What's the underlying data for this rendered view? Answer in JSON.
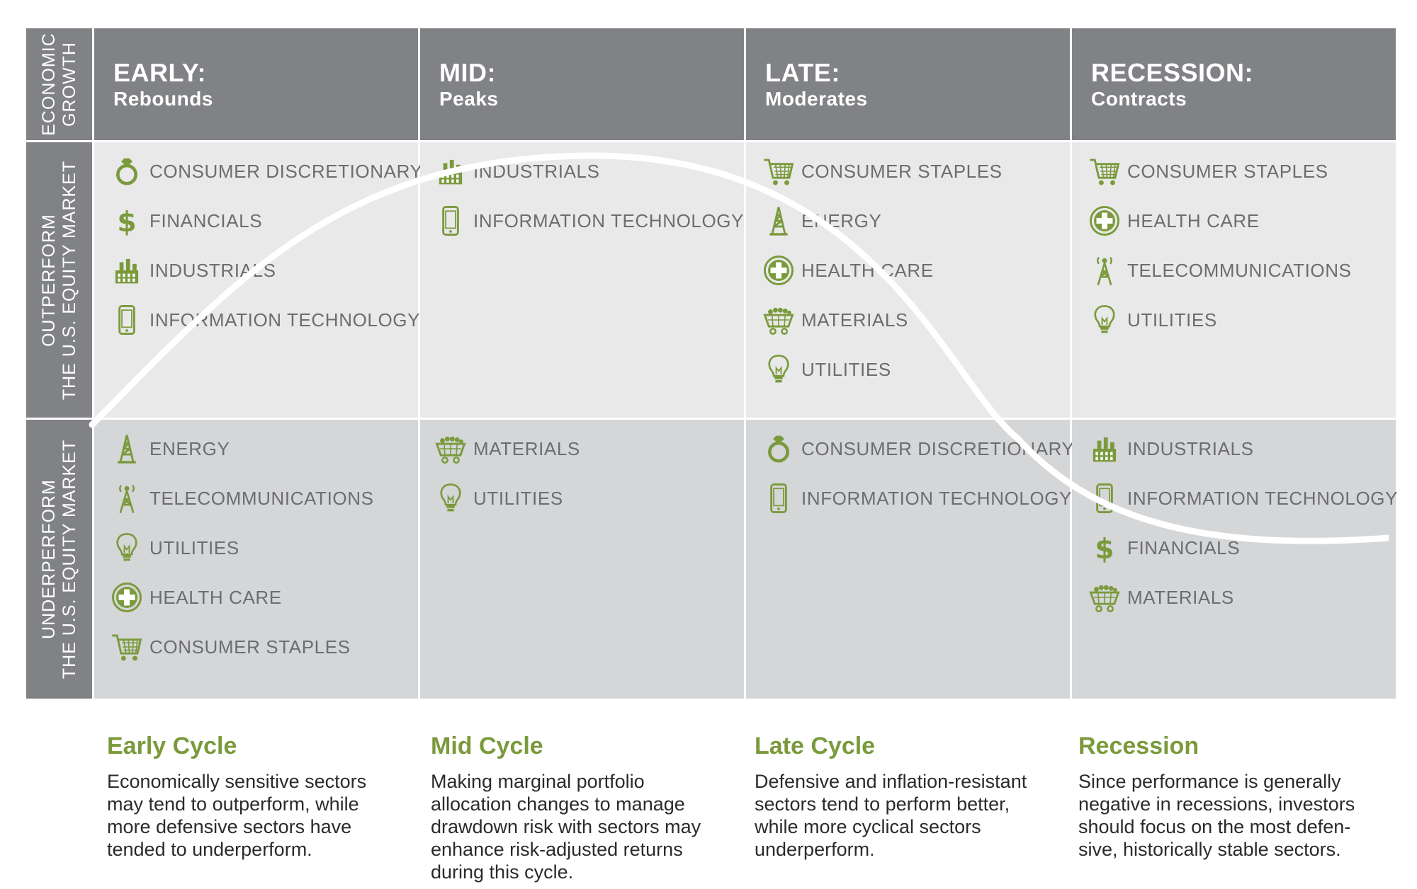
{
  "colors": {
    "header_gray": "#818285",
    "outperform_bg": "#e9e9ea",
    "underperform_bg": "#d5d6d8",
    "icon_green": "#7a9a3c",
    "label_gray": "#6c6d70",
    "accent_green": "#7a9a3c"
  },
  "row_labels": {
    "economic_growth": [
      "ECONOMIC",
      "GROWTH"
    ],
    "outperform": [
      "OUTPERFORM",
      "THE U.S. EQUITY MARKET"
    ],
    "underperform": [
      "UNDERPERFORM",
      "THE U.S. EQUITY MARKET"
    ]
  },
  "phases": [
    {
      "title": "EARLY:",
      "subtitle": "Rebounds",
      "outperform": [
        {
          "icon": "ring-icon",
          "label": "CONSUMER DISCRETIONARY"
        },
        {
          "icon": "dollar-icon",
          "label": "FINANCIALS"
        },
        {
          "icon": "factory-icon",
          "label": "INDUSTRIALS"
        },
        {
          "icon": "smartphone-icon",
          "label": "INFORMATION TECHNOLOGY"
        }
      ],
      "underperform": [
        {
          "icon": "oil-derrick-icon",
          "label": "ENERGY"
        },
        {
          "icon": "cell-tower-icon",
          "label": "TELECOMMUNICATIONS"
        },
        {
          "icon": "lightbulb-icon",
          "label": "UTILITIES"
        },
        {
          "icon": "medical-cross-icon",
          "label": "HEALTH CARE"
        },
        {
          "icon": "shopping-cart-icon",
          "label": "CONSUMER STAPLES"
        }
      ],
      "desc_title": "Early Cycle",
      "desc_lines": [
        "Economically sensitive sectors",
        "may tend to outperform, while",
        "more defensive sectors have",
        "tended to underperform."
      ]
    },
    {
      "title": "MID:",
      "subtitle": "Peaks",
      "outperform": [
        {
          "icon": "factory-icon",
          "label": "INDUSTRIALS"
        },
        {
          "icon": "smartphone-icon",
          "label": "INFORMATION TECHNOLOGY"
        }
      ],
      "underperform": [
        {
          "icon": "ore-cart-icon",
          "label": "MATERIALS"
        },
        {
          "icon": "lightbulb-icon",
          "label": "UTILITIES"
        }
      ],
      "desc_title": "Mid Cycle",
      "desc_lines": [
        "Making marginal portfolio",
        "allocation changes to manage",
        "drawdown risk with sectors may",
        "enhance risk-adjusted returns",
        "during this cycle."
      ]
    },
    {
      "title": "LATE:",
      "subtitle": "Moderates",
      "outperform": [
        {
          "icon": "shopping-cart-icon",
          "label": "CONSUMER STAPLES"
        },
        {
          "icon": "oil-derrick-icon",
          "label": "ENERGY"
        },
        {
          "icon": "medical-cross-icon",
          "label": "HEALTH CARE"
        },
        {
          "icon": "ore-cart-icon",
          "label": "MATERIALS"
        },
        {
          "icon": "lightbulb-icon",
          "label": "UTILITIES"
        }
      ],
      "underperform": [
        {
          "icon": "ring-icon",
          "label": "CONSUMER DISCRETIONARY"
        },
        {
          "icon": "smartphone-icon",
          "label": "INFORMATION TECHNOLOGY"
        }
      ],
      "desc_title": "Late Cycle",
      "desc_lines": [
        "Defensive and inflation-resistant",
        "sectors tend to perform better,",
        "while more cyclical sectors",
        "underperform."
      ]
    },
    {
      "title": "RECESSION:",
      "subtitle": "Contracts",
      "outperform": [
        {
          "icon": "shopping-cart-icon",
          "label": "CONSUMER STAPLES"
        },
        {
          "icon": "medical-cross-icon",
          "label": "HEALTH CARE"
        },
        {
          "icon": "cell-tower-icon",
          "label": "TELECOMMUNICATIONS"
        },
        {
          "icon": "lightbulb-icon",
          "label": "UTILITIES"
        }
      ],
      "underperform": [
        {
          "icon": "factory-icon",
          "label": "INDUSTRIALS"
        },
        {
          "icon": "smartphone-icon",
          "label": "INFORMATION TECHNOLOGY"
        },
        {
          "icon": "dollar-icon",
          "label": "FINANCIALS"
        },
        {
          "icon": "ore-cart-icon",
          "label": "MATERIALS"
        }
      ],
      "desc_title": "Recession",
      "desc_lines": [
        "Since performance is generally",
        "negative in recessions, investors",
        "should focus on the most defen-",
        "sive, historically stable sectors."
      ]
    }
  ]
}
